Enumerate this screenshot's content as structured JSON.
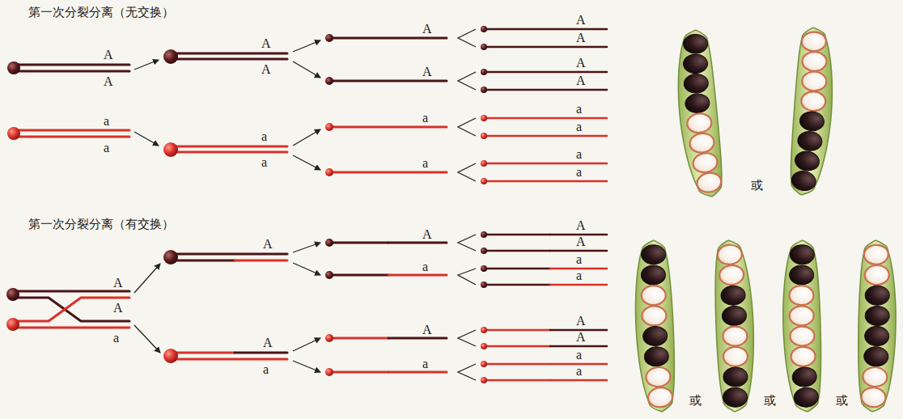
{
  "diagram": {
    "labels": [
      "第一次分裂分离（无交换）",
      "A",
      "A",
      "a",
      "a",
      "A",
      "A",
      "a",
      "a",
      "A",
      "A",
      "a",
      "a",
      "A",
      "A",
      "A",
      "A",
      "a",
      "a",
      "a",
      "a",
      "或",
      "第一次分裂分离（有交换）",
      "A",
      "A",
      "a",
      "A",
      "A",
      "a",
      "A",
      "a",
      "A",
      "a",
      "A",
      "A",
      "a",
      "a",
      "A",
      "A",
      "a",
      "a",
      "或",
      "或",
      "或"
    ]
  }
}
